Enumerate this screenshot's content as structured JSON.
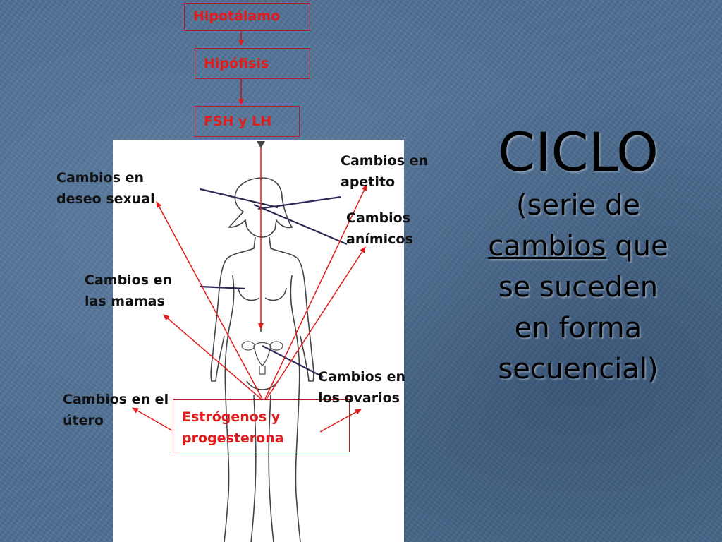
{
  "title": {
    "main": "CICLO",
    "line1": "(serie de",
    "line2_underlined": "cambios",
    "line2_rest": " que",
    "line3": "se suceden",
    "line4": "en forma",
    "line5": "secuencial)"
  },
  "flow": {
    "hipotalamo": "Hipotálamo",
    "hipofisis": "Hipófisis",
    "fsh_lh": "FSH y LH",
    "hormonas": [
      "Estrógenos y",
      "progesterona"
    ]
  },
  "labels": {
    "deseo_sexual": [
      "Cambios en",
      "deseo sexual"
    ],
    "apetito": [
      "Cambios en",
      "apetito"
    ],
    "animicos": [
      "Cambios",
      "anímicos"
    ],
    "mamas": [
      "Cambios en",
      "las mamas"
    ],
    "ovarios": [
      "Cambios en",
      "los ovarios"
    ],
    "utero": [
      "Cambios en el",
      "útero"
    ]
  },
  "colors": {
    "accent_red": "#e01c1c",
    "background": "#4f6f93",
    "text": "#111111"
  }
}
